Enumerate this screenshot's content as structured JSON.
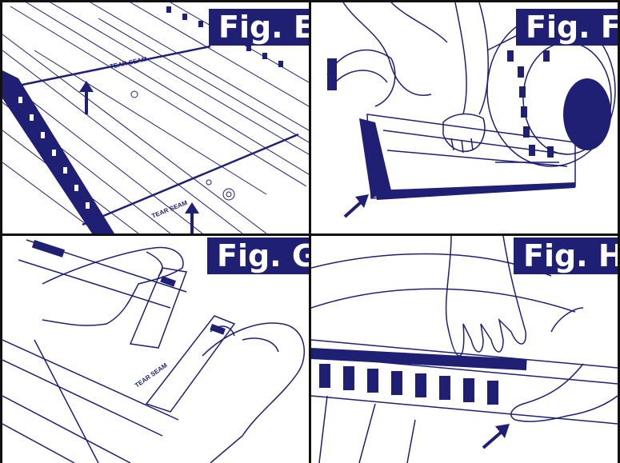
{
  "figures": [
    {
      "id": "E",
      "label": "Fig. E",
      "stamps": [
        "TEAR SEAM",
        "TEAR SEAM"
      ]
    },
    {
      "id": "F",
      "label": "Fig. F"
    },
    {
      "id": "G",
      "label": "Fig. G",
      "stamps": [
        "TEAR SEAM"
      ]
    },
    {
      "id": "H",
      "label": "Fig. H"
    }
  ],
  "colors": {
    "ink": "#1f1f73",
    "label_bg": "#1f1f73",
    "label_text": "#ffffff",
    "frame": "#111111"
  }
}
